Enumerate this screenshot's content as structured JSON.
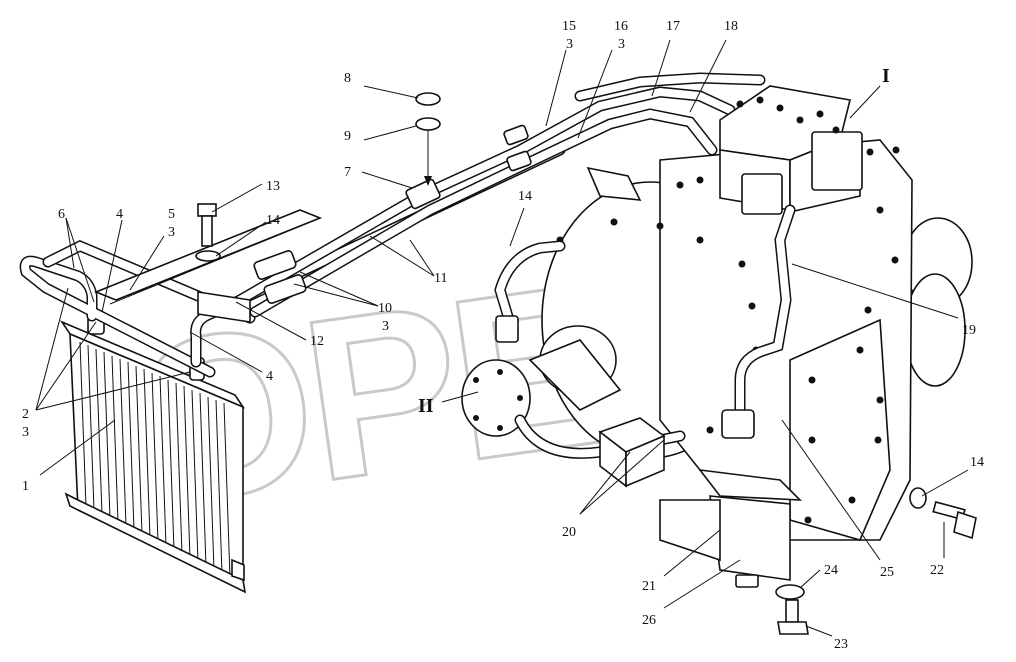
{
  "watermark": "OPEX",
  "callouts": {
    "n1": "1",
    "n2": "2",
    "n2b": "3",
    "n3_top": "5",
    "n3_bot": "3",
    "n4a": "4",
    "n4b": "4",
    "n6": "6",
    "n7": "7",
    "n8": "8",
    "n9": "9",
    "n10_top": "10",
    "n10_bot": "3",
    "n11": "11",
    "n12": "12",
    "n13": "13",
    "n14a": "14",
    "n14b": "14",
    "n14c": "14",
    "n15_top": "15",
    "n15_bot": "3",
    "n16_top": "16",
    "n16_bot": "3",
    "n17": "17",
    "n18": "18",
    "n19": "19",
    "n20": "20",
    "n21": "21",
    "n22": "22",
    "n23": "23",
    "n24": "24",
    "n25": "25",
    "n26": "26"
  },
  "views": {
    "view_I": "I",
    "view_II": "II"
  }
}
